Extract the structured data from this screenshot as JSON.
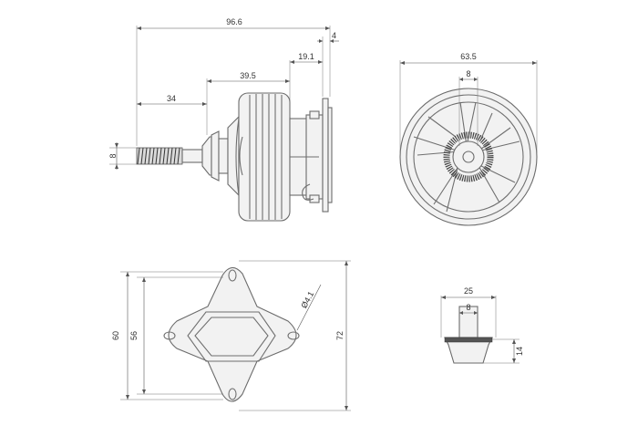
{
  "dimensions": {
    "side_view": {
      "overall_length": "96.6",
      "shaft_to_body": "34",
      "body_length": "39.5",
      "mount_length": "19.1",
      "flange_thickness": "4",
      "shaft_diameter": "8"
    },
    "front_view": {
      "outer_diameter": "63.5",
      "shaft_diameter": "8"
    },
    "mount_view": {
      "hole_diameter": "Ø4.1",
      "hole_spacing_inner": "56",
      "hole_spacing_outer": "60",
      "overall_size": "72"
    },
    "shaft_detail": {
      "collar_width": "25",
      "shaft_diameter": "8",
      "collar_height": "14"
    }
  }
}
